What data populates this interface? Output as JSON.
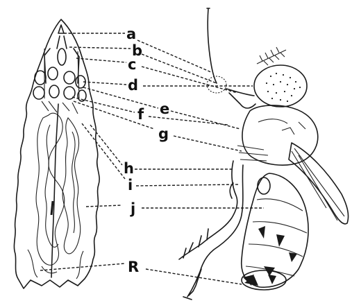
{
  "figure": {
    "labels": [
      {
        "id": "a",
        "text": "a"
      },
      {
        "id": "b",
        "text": "b"
      },
      {
        "id": "c",
        "text": "c"
      },
      {
        "id": "d",
        "text": "d"
      },
      {
        "id": "e",
        "text": "e"
      },
      {
        "id": "f",
        "text": "f"
      },
      {
        "id": "g",
        "text": "g"
      },
      {
        "id": "h",
        "text": "h"
      },
      {
        "id": "i",
        "text": "i"
      },
      {
        "id": "j",
        "text": "j"
      },
      {
        "id": "R",
        "text": "R"
      }
    ],
    "colors": {
      "ink": "#1a1a1a",
      "background": "#ffffff"
    }
  }
}
